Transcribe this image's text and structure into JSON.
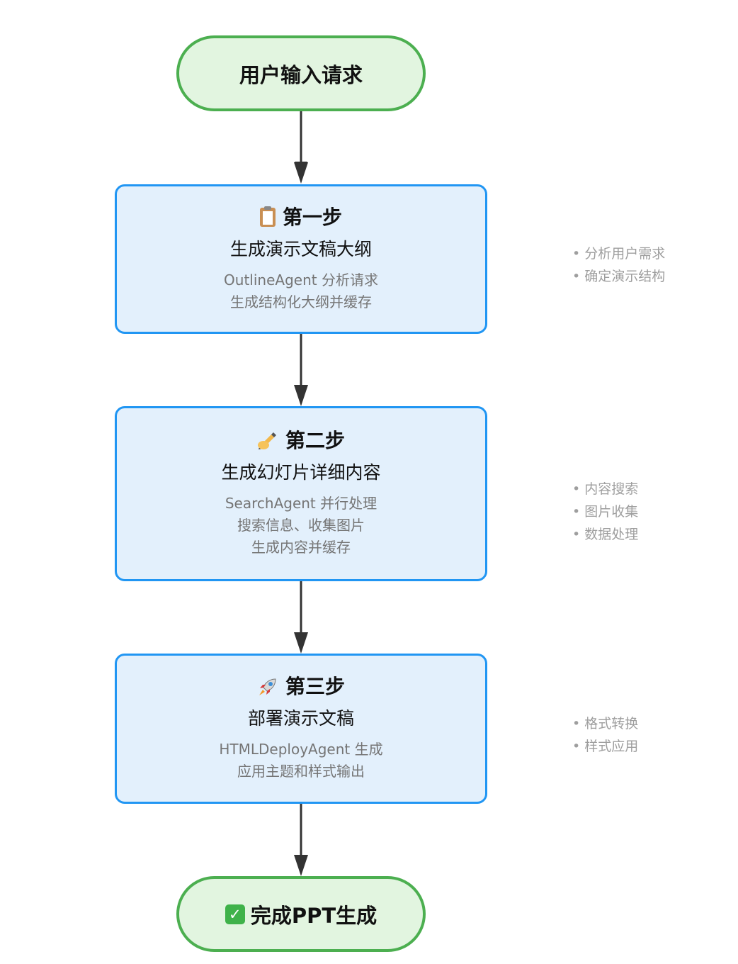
{
  "start": {
    "label": "用户输入请求"
  },
  "steps": [
    {
      "emoji": "clipboard-icon",
      "title": "第一步",
      "heading": "生成演示文稿大纲",
      "desc": [
        "OutlineAgent 分析请求",
        "生成结构化大纲并缓存"
      ],
      "notes": [
        "分析用户需求",
        "确定演示结构"
      ]
    },
    {
      "emoji": "writing-hand-icon",
      "title": "第二步",
      "heading": "生成幻灯片详细内容",
      "desc": [
        "SearchAgent 并行处理",
        "搜索信息、收集图片",
        "生成内容并缓存"
      ],
      "notes": [
        "内容搜索",
        "图片收集",
        "数据处理"
      ]
    },
    {
      "emoji": "rocket-icon",
      "title": "第三步",
      "heading": "部署演示文稿",
      "desc": [
        "HTMLDeployAgent 生成",
        "应用主题和样式输出"
      ],
      "notes": [
        "格式转换",
        "样式应用"
      ]
    }
  ],
  "end": {
    "label": "完成PPT生成"
  },
  "bullet": "•",
  "colors": {
    "terminal_fill": "#e2f5e0",
    "terminal_border": "#4caf50",
    "step_fill": "#e3f0fc",
    "step_border": "#2196f3",
    "arrow": "#333333",
    "note_text": "#9e9e9e"
  }
}
